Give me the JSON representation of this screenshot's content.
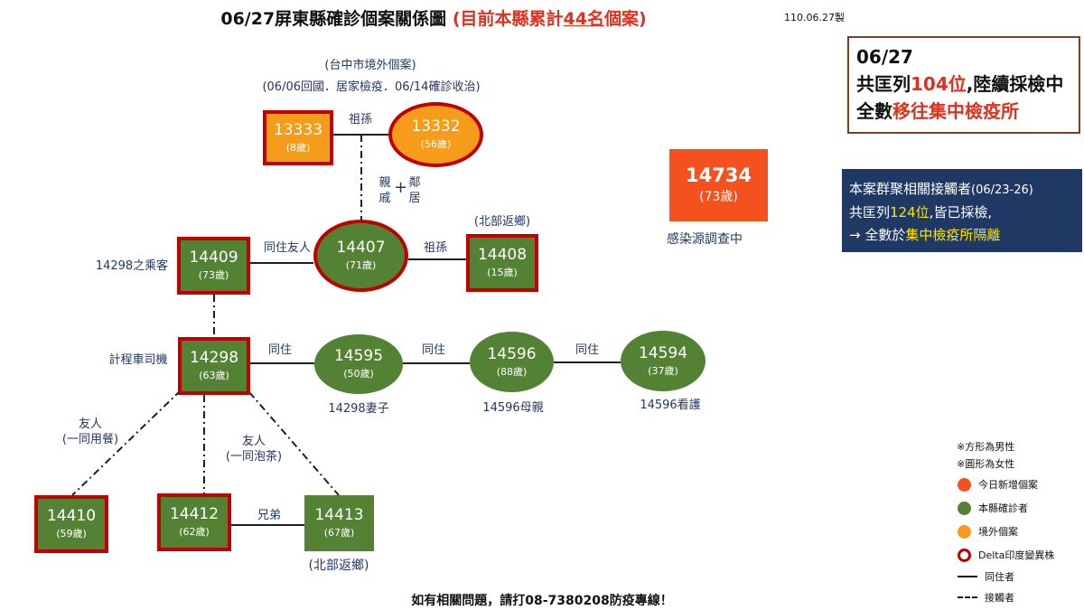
{
  "header": {
    "title_main": "06/27屏東縣確診個案關係圖",
    "title_paren_open": "(目前本縣累計",
    "title_count": "44名",
    "title_paren_close": "個案)",
    "date": "110.06.27製"
  },
  "cases": {
    "c13333": {
      "id": "13333",
      "age": "(8歲)"
    },
    "c13332": {
      "id": "13332",
      "age": "(56歲)"
    },
    "c14407": {
      "id": "14407",
      "age": "(71歲)"
    },
    "c14409": {
      "id": "14409",
      "age": "(73歲)"
    },
    "c14408": {
      "id": "14408",
      "age": "(15歲)"
    },
    "c14298": {
      "id": "14298",
      "age": "(63歲)"
    },
    "c14595": {
      "id": "14595",
      "age": "(50歲)"
    },
    "c14596": {
      "id": "14596",
      "age": "(88歲)"
    },
    "c14594": {
      "id": "14594",
      "age": "(37歲)"
    },
    "c14410": {
      "id": "14410",
      "age": "(59歲)"
    },
    "c14412": {
      "id": "14412",
      "age": "(62歲)"
    },
    "c14413": {
      "id": "14413",
      "age": "(67歲)"
    },
    "c14734": {
      "id": "14734",
      "age": "(73歲)"
    }
  },
  "labels": {
    "taichung_1": "(台中市境外個案)",
    "taichung_2": "(06/06回國．居家檢疫．06/14確診收治)",
    "grand_1": "祖孫",
    "grand_2": "祖孫",
    "relative_1": "親",
    "relative_2": "戚",
    "neighbor_1": "鄰",
    "neighbor_2": "居",
    "plus": "+",
    "north_return_1": "(北部返鄉)",
    "north_return_2": "(北部返鄉)",
    "cohabit_friend": "同住友人",
    "passenger": "14298之乘客",
    "taxi_driver": "計程車司機",
    "cohabit_1": "同住",
    "cohabit_2": "同住",
    "cohabit_3": "同住",
    "wife": "14298妻子",
    "mother": "14596母親",
    "caregiver": "14596看護",
    "friend_meal_1": "友人",
    "friend_meal_2": "(一同用餐)",
    "friend_tea_1": "友人",
    "friend_tea_2": "(一同泡茶)",
    "brothers": "兄弟",
    "source_investigating": "感染源調查中"
  },
  "info_box": {
    "date": "06/27",
    "line2_a": "共匡列",
    "line2_num": "104位",
    "line2_b": ",陸續採檢中",
    "line3_a": "全數",
    "line3_b": "移往集中檢疫所"
  },
  "cluster_box": {
    "line1_a": "本案群聚相關接觸者",
    "line1_b": "(06/23-26)",
    "line2_a": "共匡列",
    "line2_num": "124位",
    "line2_b": ",皆已採檢,",
    "line3_a": "→  全數於",
    "line3_b": "集中檢疫所隔離"
  },
  "legend": {
    "male": "※方形為男性",
    "female": "※圓形為女性",
    "new_case": "今日新增個案",
    "local_case": "本縣確診者",
    "imported_case": "境外個案",
    "delta": "Delta印度變異株",
    "cohabitant": "同住者",
    "contact": "接觸者"
  },
  "colors": {
    "local_green": "#548235",
    "imported_orange": "#f59d1b",
    "new_case_red": "#f4511e",
    "delta_border": "#c00000",
    "text_navy": "#1f3864",
    "highlight_red": "#e0301e",
    "highlight_yellow": "#ffe600"
  },
  "footer": {
    "hotline": "如有相關問題，請打08-7380208防疫專線！"
  }
}
